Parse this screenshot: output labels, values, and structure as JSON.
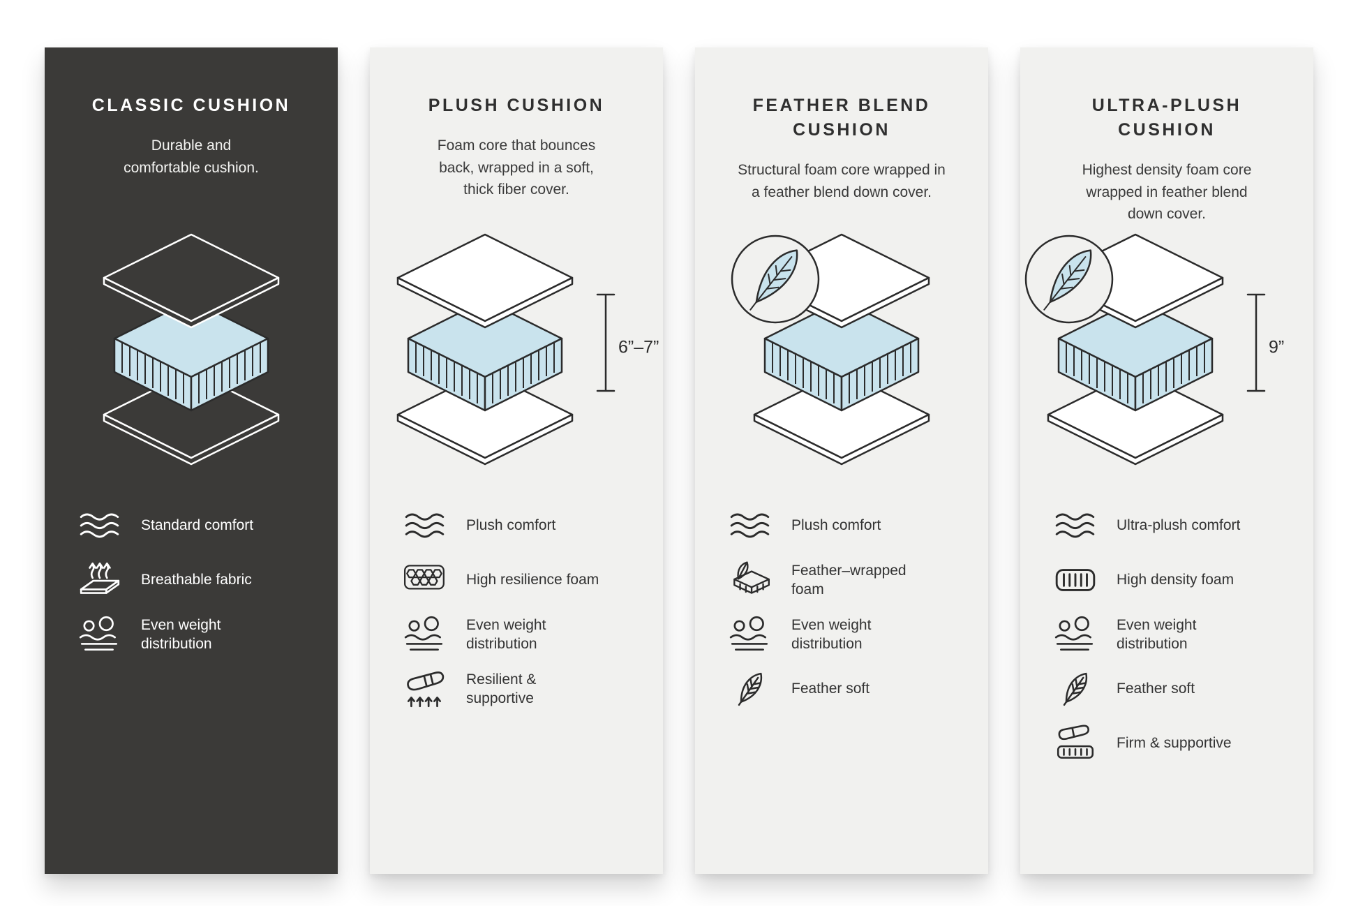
{
  "colors": {
    "dark_card": "#3b3a38",
    "light_card": "#f1f1ef",
    "foam_blue": "#c9e3ed",
    "line_dark": "#2b2b2b",
    "text_light": "#ffffff",
    "page_background": "#ffffff"
  },
  "cards": [
    {
      "theme": "dark",
      "title": "CLASSIC CUSHION",
      "description": "Durable and comfortable cushion.",
      "features": [
        {
          "icon": "waves-icon",
          "label": "Standard comfort"
        },
        {
          "icon": "breathable-fabric-icon",
          "label": "Breathable fabric"
        },
        {
          "icon": "even-weight-icon",
          "label": "Even weight distribution"
        }
      ]
    },
    {
      "theme": "light",
      "title": "PLUSH CUSHION",
      "description": "Foam core that bounces back, wrapped in a soft, thick fiber cover.",
      "measurement": "6”–7”",
      "features": [
        {
          "icon": "waves-icon",
          "label": "Plush comfort"
        },
        {
          "icon": "honeycomb-foam-icon",
          "label": "High resilience foam"
        },
        {
          "icon": "even-weight-icon",
          "label": "Even weight distribution"
        },
        {
          "icon": "press-support-icon",
          "label": "Resilient & supportive"
        }
      ]
    },
    {
      "theme": "light",
      "title": "FEATHER BLEND CUSHION",
      "description": "Structural foam core wrapped in a feather blend down cover.",
      "features": [
        {
          "icon": "waves-icon",
          "label": "Plush comfort"
        },
        {
          "icon": "feather-wrapped-foam-icon",
          "label": "Feather–wrapped foam"
        },
        {
          "icon": "even-weight-icon",
          "label": "Even weight distribution"
        },
        {
          "icon": "feather-icon",
          "label": "Feather soft"
        }
      ]
    },
    {
      "theme": "light",
      "title": "ULTRA-PLUSH CUSHION",
      "description": "Highest density foam core wrapped in feather blend down cover.",
      "measurement": "9”",
      "features": [
        {
          "icon": "waves-icon",
          "label": "Ultra-plush comfort"
        },
        {
          "icon": "high-density-foam-icon",
          "label": "High density foam"
        },
        {
          "icon": "even-weight-icon",
          "label": "Even weight distribution"
        },
        {
          "icon": "feather-icon",
          "label": "Feather soft"
        },
        {
          "icon": "firm-support-icon",
          "label": "Firm & supportive"
        }
      ]
    }
  ]
}
